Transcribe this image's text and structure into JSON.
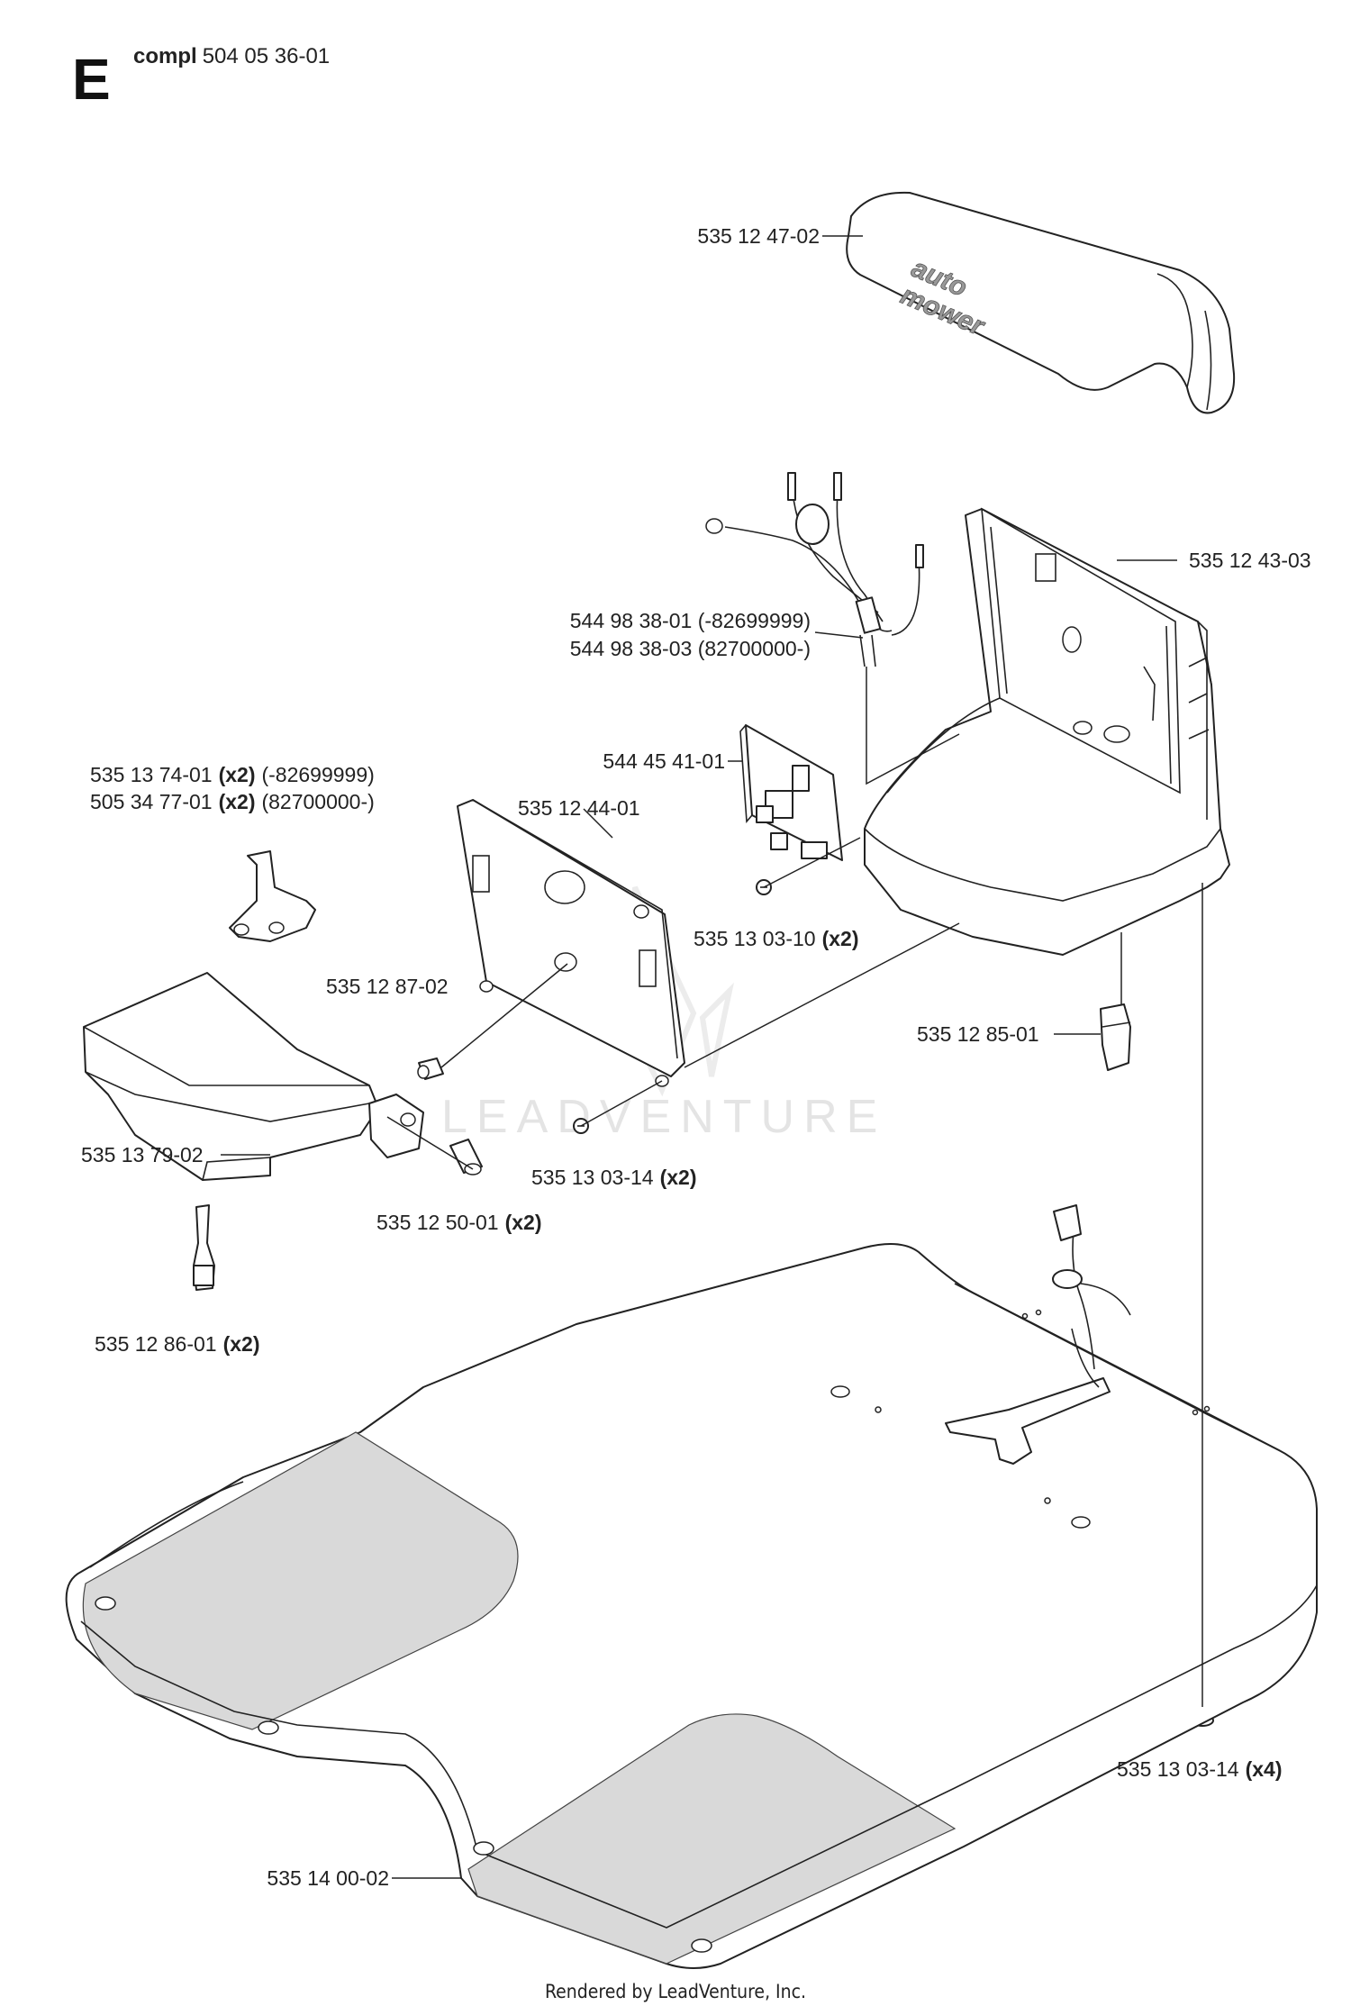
{
  "section_letter": "E",
  "assembly": {
    "prefix": "compl",
    "number": "504 05 36-01"
  },
  "watermark": "LEADVENTURE",
  "cover_text": {
    "line1": "auto",
    "line2": "mower"
  },
  "footer": "Rendered by LeadVenture, Inc.",
  "parts": [
    {
      "id": "535-12-47-02",
      "number": "535 12 47-02",
      "suffix": ""
    },
    {
      "id": "535-12-43-03",
      "number": "535 12 43-03",
      "suffix": ""
    },
    {
      "id": "544-98-38-01",
      "number": "544 98 38-01 (-82699999)",
      "suffix": ""
    },
    {
      "id": "544-98-38-03",
      "number": "544 98 38-03 (82700000-)",
      "suffix": ""
    },
    {
      "id": "544-45-41-01",
      "number": "544 45 41-01",
      "suffix": ""
    },
    {
      "id": "535-13-74-01",
      "number": "535 13 74-01",
      "qty": "(x2)",
      "suffix": "(-82699999)"
    },
    {
      "id": "505-34-77-01",
      "number": "505 34 77-01",
      "qty": "(x2)",
      "suffix": "(82700000-)"
    },
    {
      "id": "535-12-44-01",
      "number": "535 12 44-01",
      "suffix": ""
    },
    {
      "id": "535-13-03-10",
      "number": "535 13 03-10",
      "qty": "(x2)",
      "suffix": ""
    },
    {
      "id": "535-12-87-02",
      "number": "535 12 87-02",
      "suffix": ""
    },
    {
      "id": "535-12-85-01",
      "number": "535 12 85-01",
      "suffix": ""
    },
    {
      "id": "535-13-79-02",
      "number": "535 13 79-02",
      "suffix": ""
    },
    {
      "id": "535-13-03-14",
      "number": "535 13 03-14",
      "qty": "(x2)",
      "suffix": ""
    },
    {
      "id": "535-12-50-01",
      "number": "535 12 50-01",
      "qty": "(x2)",
      "suffix": ""
    },
    {
      "id": "535-12-86-01",
      "number": "535 12 86-01",
      "qty": "(x2)",
      "suffix": ""
    },
    {
      "id": "535-13-03-14-b",
      "number": "535 13 03-14",
      "qty": "(x4)",
      "suffix": ""
    },
    {
      "id": "535-14-00-02",
      "number": "535 14 00-02",
      "suffix": ""
    }
  ]
}
